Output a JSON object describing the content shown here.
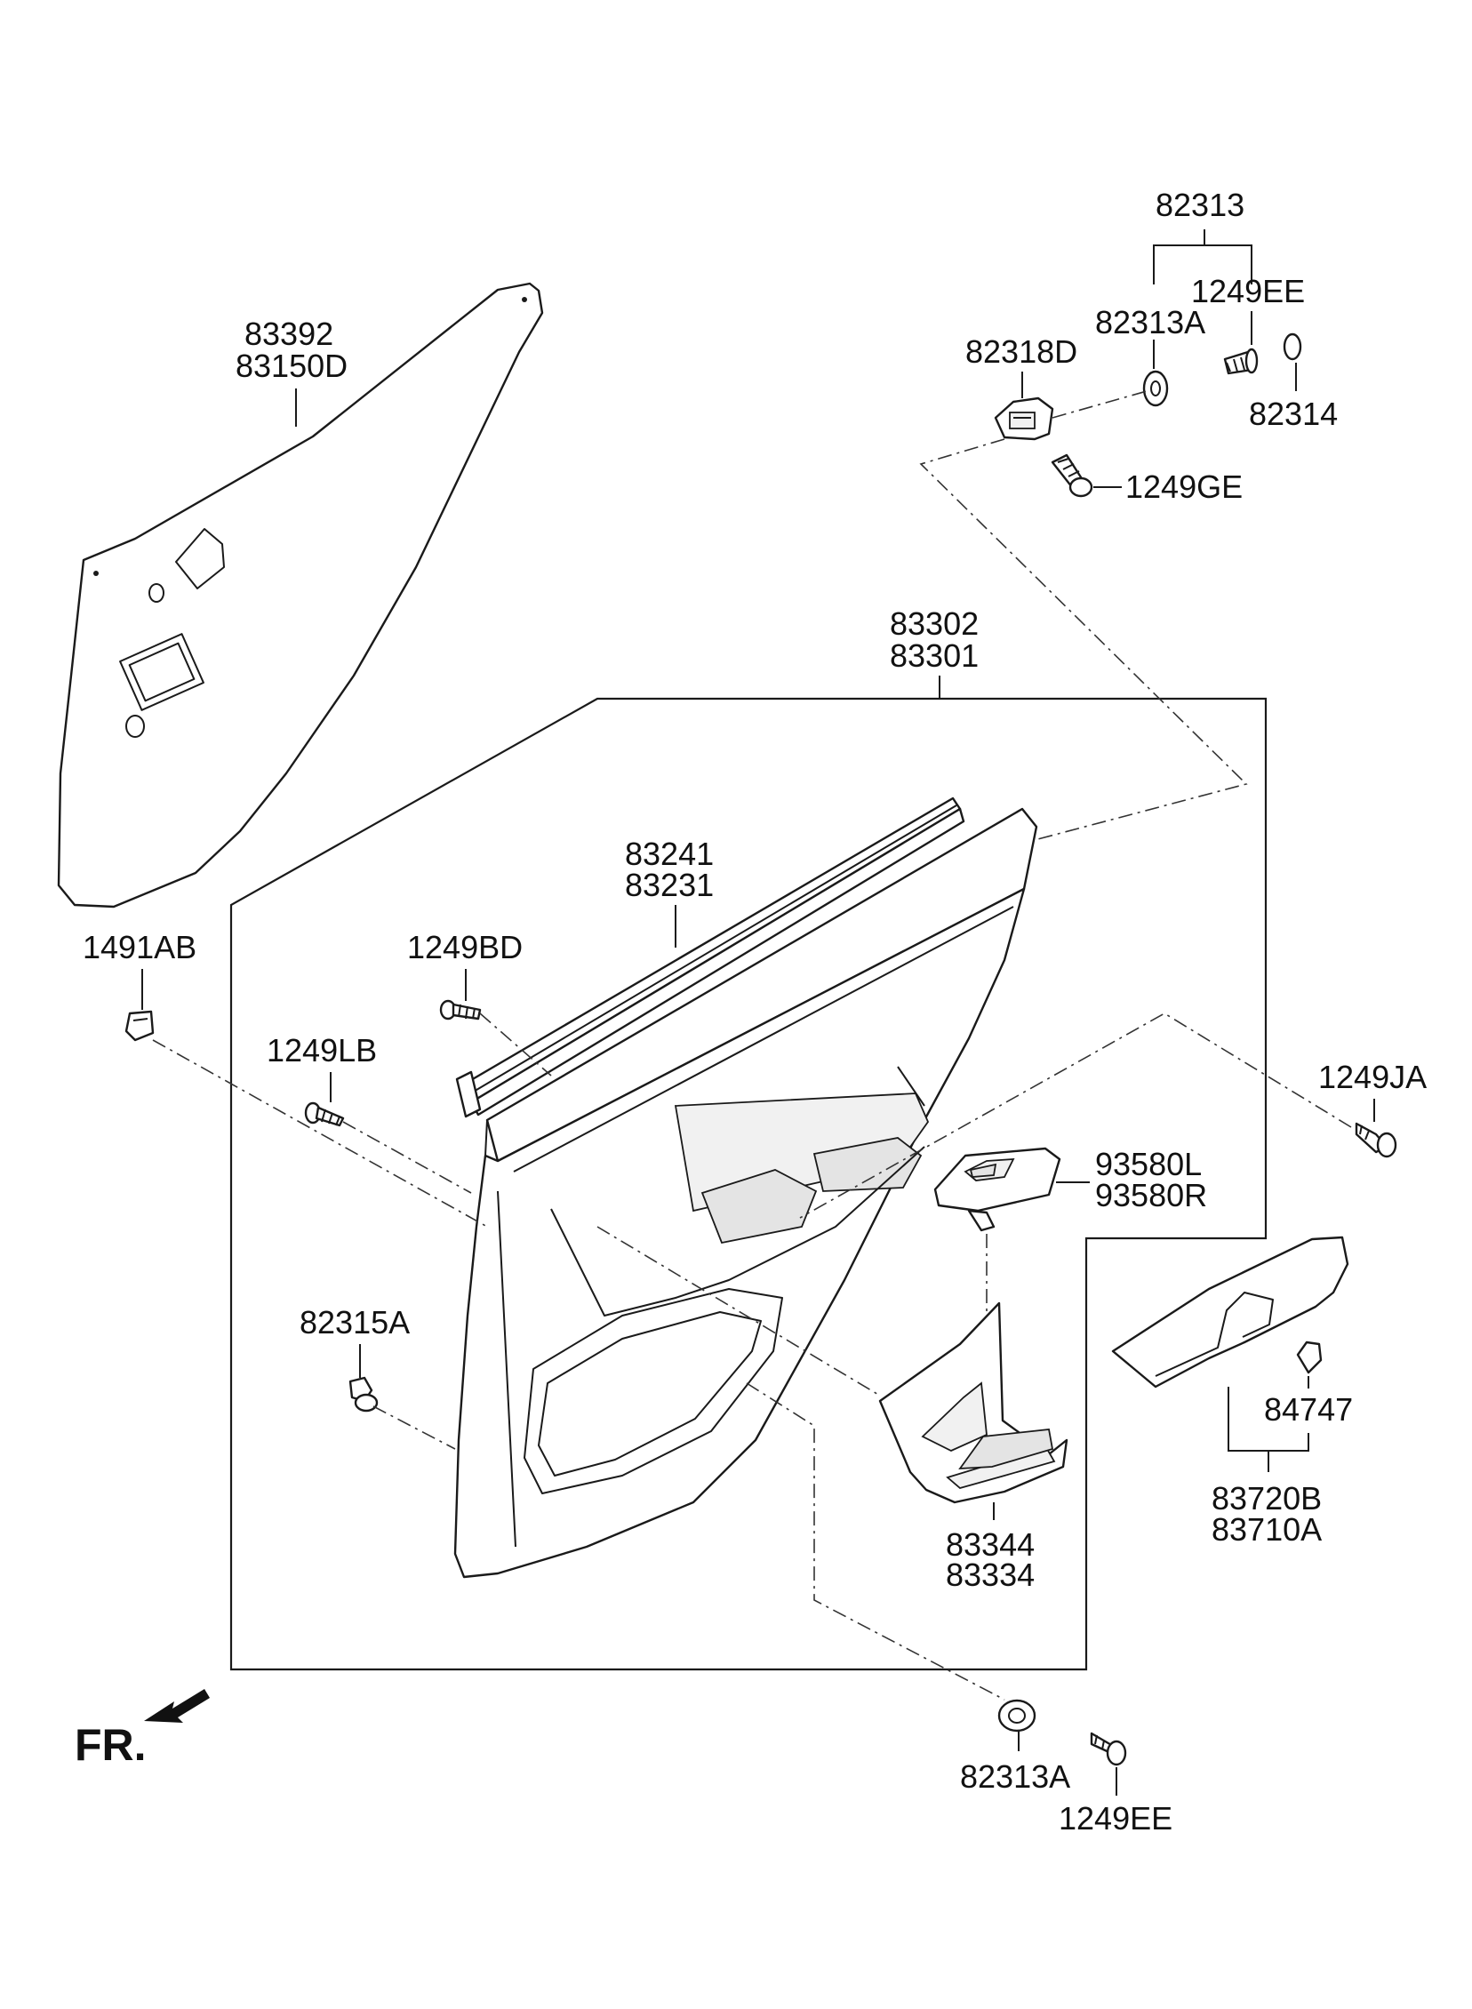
{
  "diagram": {
    "labels": {
      "p82313": "82313",
      "p1249EE_top": "1249EE",
      "p82313A_top": "82313A",
      "p82318D": "82318D",
      "p82314": "82314",
      "p1249GE": "1249GE",
      "p83392": "83392",
      "p83150D": "83150D",
      "p83302": "83302",
      "p83301": "83301",
      "p83241": "83241",
      "p83231": "83231",
      "p1491AB": "1491AB",
      "p1249BD": "1249BD",
      "p1249LB": "1249LB",
      "p1249JA": "1249JA",
      "p93580L": "93580L",
      "p93580R": "93580R",
      "p82315A": "82315A",
      "p84747": "84747",
      "p83720B": "83720B",
      "p83710A": "83710A",
      "p83344": "83344",
      "p83334": "83334",
      "p82313A_bottom": "82313A",
      "p1249EE_bottom": "1249EE",
      "fr": "FR."
    }
  }
}
